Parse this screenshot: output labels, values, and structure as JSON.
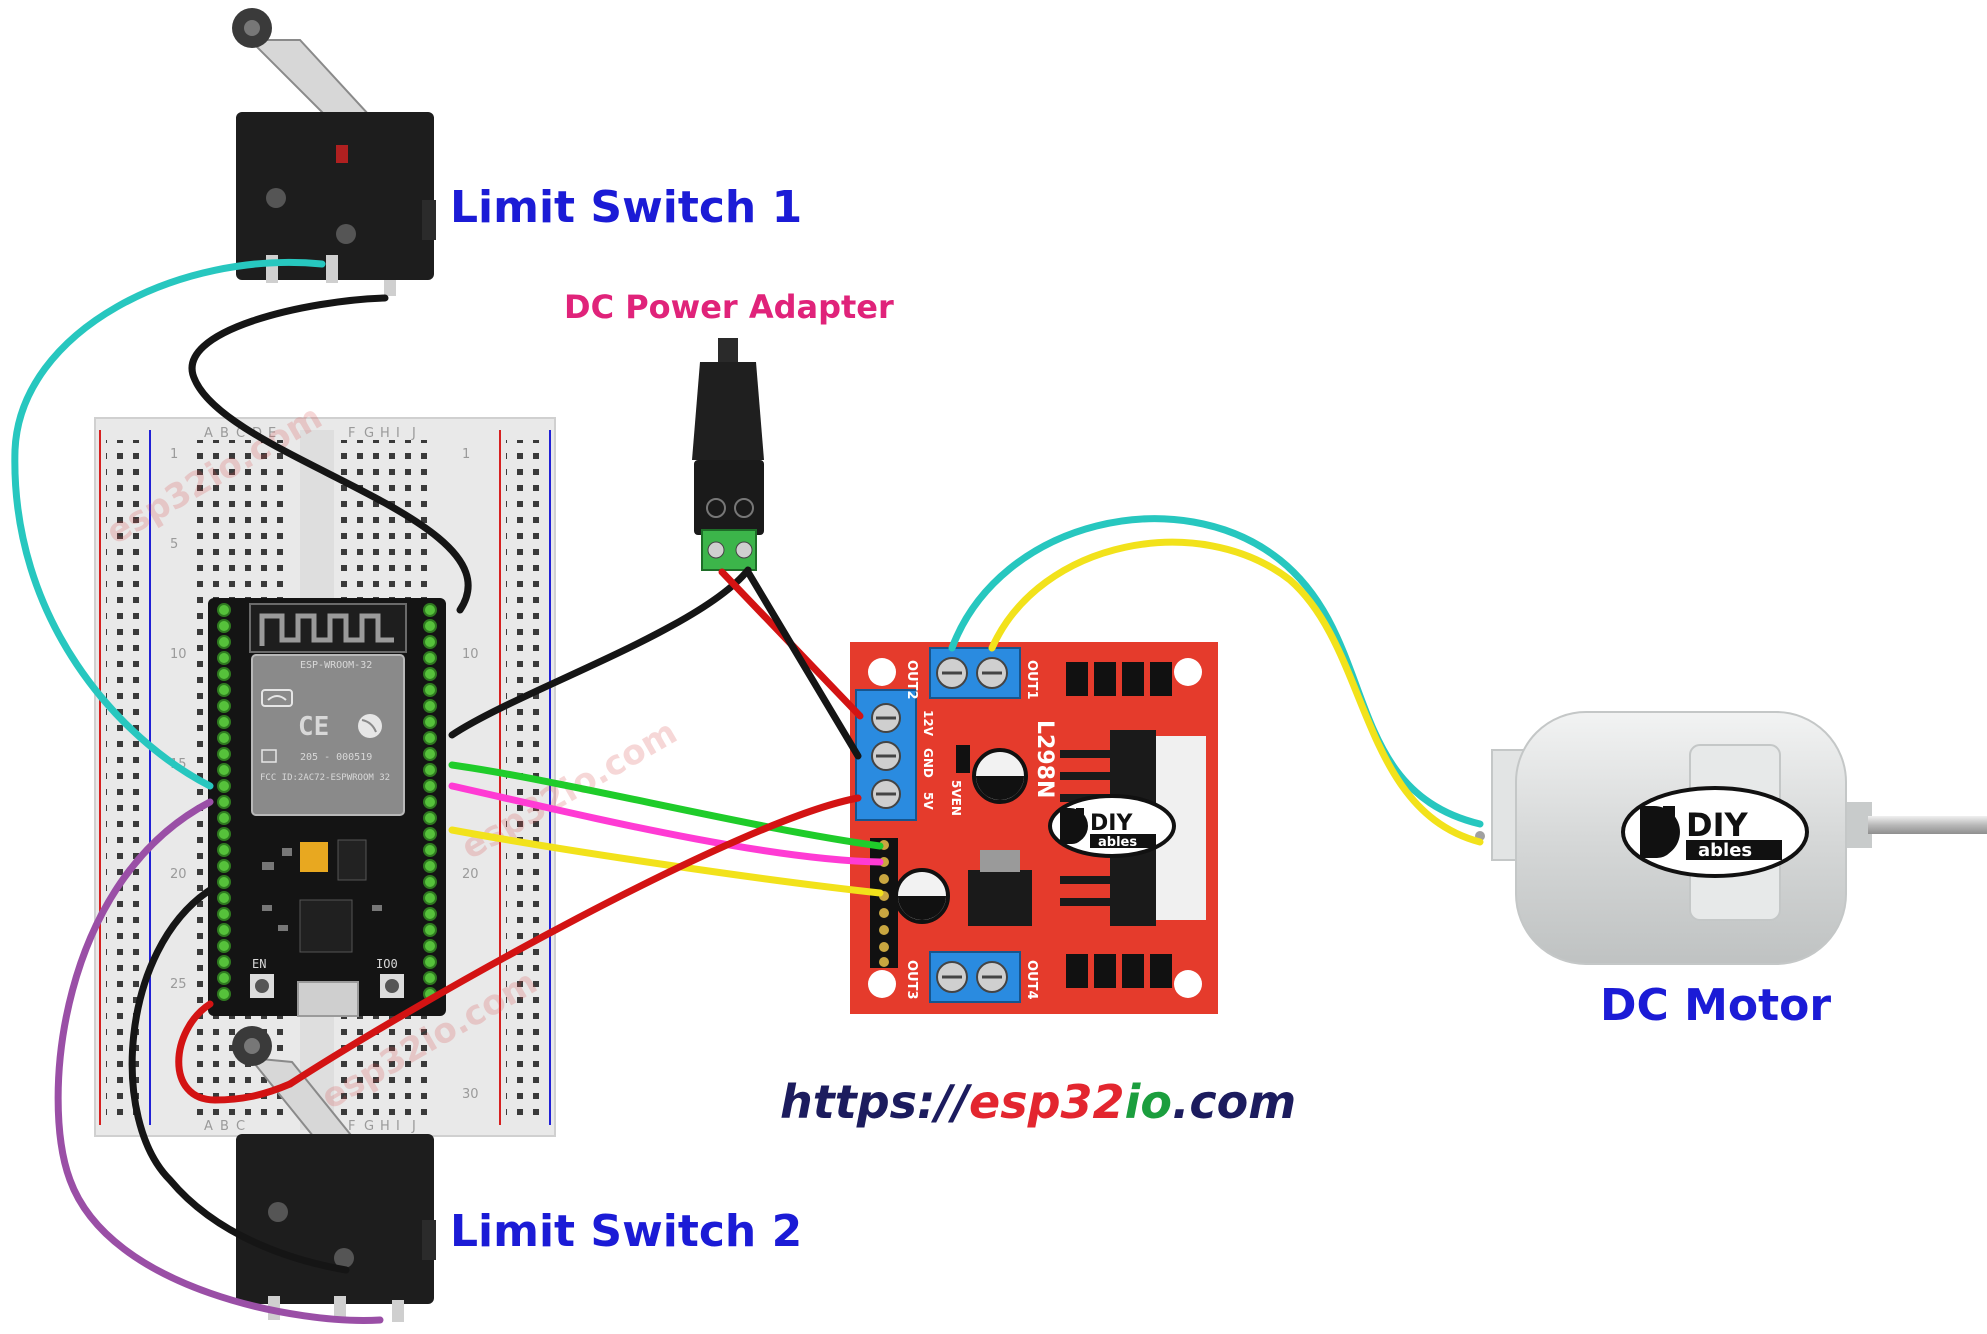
{
  "labels": {
    "limit_switch_1": "Limit Switch 1",
    "limit_switch_2": "Limit Switch 2",
    "dc_power_adapter": "DC Power Adapter",
    "dc_motor": "DC Motor"
  },
  "website": {
    "prefix": "https://",
    "part_esp": "esp",
    "part_32": "32",
    "part_io": "io",
    "suffix": ".com"
  },
  "esp32": {
    "module_name": "ESP-WROOM-32",
    "cert_line_1": "205 - 000519",
    "cert_line_2": "FCC ID:2AC72-ESPWROOM 32",
    "button_en": "EN",
    "button_io0": "IO0"
  },
  "driver": {
    "chip": "L298N",
    "out1": "OUT1",
    "out2": "OUT2",
    "out3": "OUT3",
    "out4": "OUT4",
    "pwr_12v": "12V",
    "pwr_gnd": "GND",
    "pwr_5v": "5V",
    "jumper": "5VEN"
  },
  "logo": {
    "big": "DIY",
    "small": "ables"
  },
  "watermark": "esp32io.com",
  "breadboard": {
    "cols_left": [
      "A",
      "B",
      "C",
      "D",
      "E"
    ],
    "cols_right": [
      "F",
      "G",
      "H",
      "I",
      "J"
    ],
    "row_numbers": [
      "1",
      "5",
      "10",
      "15",
      "20",
      "25",
      "30"
    ]
  },
  "colors": {
    "label_blue": "#1b1bd6",
    "label_pink": "#e0237a",
    "url_navy": "#1c1c5e",
    "url_red": "#e3262f",
    "url_green": "#1b9e3e",
    "pcb_red": "#e53b2c",
    "terminal_blue": "#2a8be0",
    "wire_cyan": "#27c7bf",
    "wire_black": "#151515",
    "wire_green": "#1fcc2a",
    "wire_magenta": "#ff3bd4",
    "wire_yellow": "#f2e21b",
    "wire_red": "#d31313",
    "wire_purple": "#9a4fa6"
  },
  "icons": [
    "wifi-icon",
    "ce-mark-icon",
    "espressif-logo-icon",
    "diyables-logo-icon"
  ]
}
